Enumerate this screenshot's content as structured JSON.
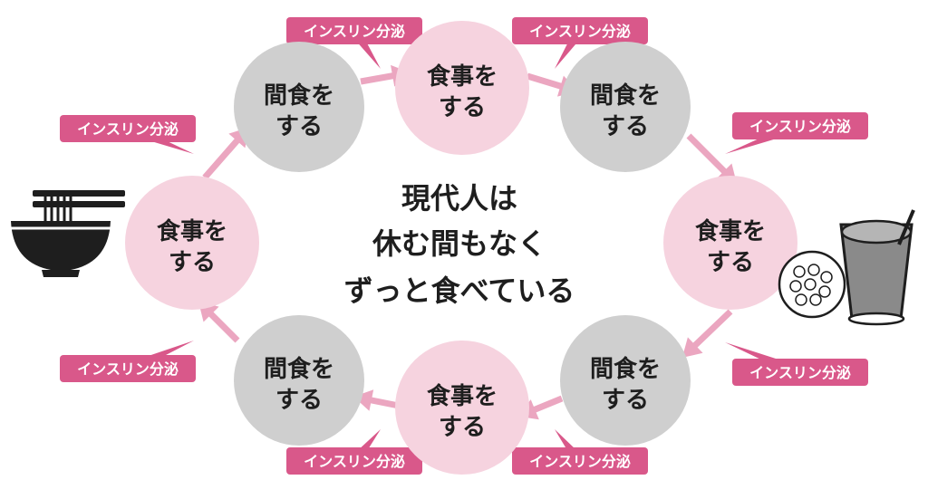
{
  "center": {
    "lines": [
      "現代人は",
      "休む間もなく",
      "ずっと食べている"
    ]
  },
  "nodes": [
    {
      "id": "n1",
      "kind": "snack",
      "line1": "間食を",
      "line2": "する"
    },
    {
      "id": "n2",
      "kind": "meal",
      "line1": "食事を",
      "line2": "する"
    },
    {
      "id": "n3",
      "kind": "snack",
      "line1": "間食を",
      "line2": "する"
    },
    {
      "id": "n4",
      "kind": "meal",
      "line1": "食事を",
      "line2": "する"
    },
    {
      "id": "n5",
      "kind": "snack",
      "line1": "間食を",
      "line2": "する"
    },
    {
      "id": "n6",
      "kind": "meal",
      "line1": "食事を",
      "line2": "する"
    },
    {
      "id": "n7",
      "kind": "snack",
      "line1": "間食を",
      "line2": "する"
    },
    {
      "id": "n8",
      "kind": "meal",
      "line1": "食事を",
      "line2": "する"
    }
  ],
  "insulin_label": "インスリン分泌",
  "colors": {
    "meal_fill": "#f6d3df",
    "snack_fill": "#cfcfcf",
    "arrow": "#eba6c0",
    "tag_fill": "#d9588a",
    "text": "#1e1e1e"
  },
  "icons": {
    "left": "noodle-bowl-icon",
    "right": "drink-and-cracker-icon"
  }
}
